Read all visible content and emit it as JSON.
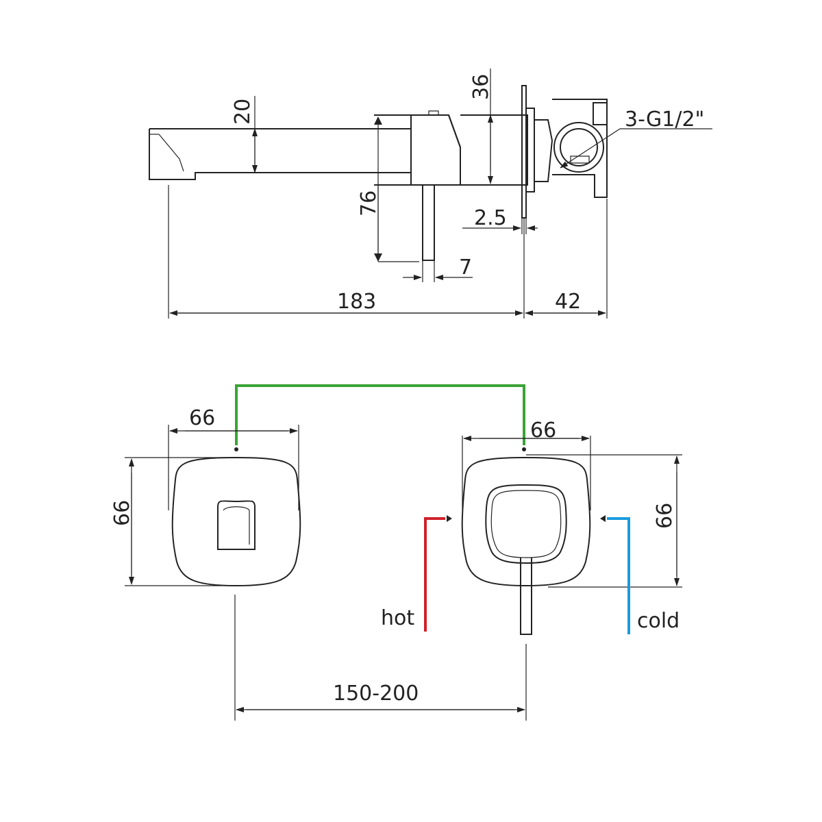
{
  "side_view": {
    "dims": {
      "spout_height": "20",
      "body_height": "36",
      "thread": "3-G1/2\"",
      "handle_drop": "76",
      "plate_thickness": "2.5",
      "handle_dia": "7",
      "projection": "183",
      "depth": "42"
    }
  },
  "front_view": {
    "dims": {
      "spout_plate_width": "66",
      "spout_plate_height": "66",
      "mixer_plate_width": "66",
      "mixer_plate_height": "66",
      "spacing": "150-200"
    },
    "labels": {
      "hot": "hot",
      "cold": "cold"
    }
  },
  "colors": {
    "link_line": "#3aa335",
    "hot_line": "#d0202a",
    "cold_line": "#1a9bdc"
  }
}
